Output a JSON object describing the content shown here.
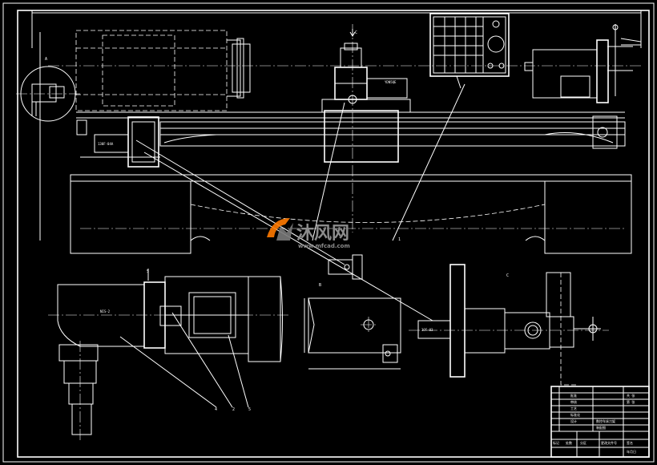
{
  "drawing": {
    "views": {
      "view_a": "A",
      "view_b": "B",
      "view_c": "C",
      "view_c_arrow": "C",
      "section_label": "5",
      "callout_1": "1"
    },
    "component_labels": {
      "motor_left": "130F-04A",
      "motor_top": "YDN5QE",
      "motor_right": "30F-03",
      "cylinder_box": "NIS-2"
    },
    "leader_numbers": [
      "4",
      "2",
      "5"
    ]
  },
  "watermark": {
    "cn": "沐风网",
    "url": "www.mfcad.com",
    "accent_color": "#ff7a00"
  },
  "title_block": {
    "rows_left": [
      "批准",
      "审核",
      "工艺",
      "标准化",
      "设计"
    ],
    "bottom_cells": [
      "标记",
      "处数",
      "分区",
      "更改文件号",
      "签名",
      "年月日"
    ],
    "sheet_info": [
      "共 张",
      "第 张"
    ],
    "name_text": "数控车床刀架",
    "no_text": "装配图"
  }
}
